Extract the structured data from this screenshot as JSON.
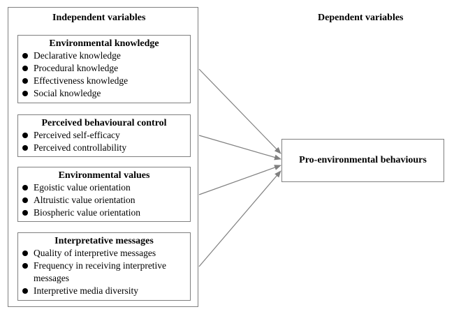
{
  "independent_heading": "Independent variables",
  "dependent_heading": "Dependent variables",
  "groups": [
    {
      "title": "Environmental knowledge",
      "items": [
        "Declarative knowledge",
        "Procedural knowledge",
        "Effectiveness knowledge",
        "Social knowledge"
      ]
    },
    {
      "title": "Perceived behavioural control",
      "items": [
        "Perceived self-efficacy",
        "Perceived controllability"
      ]
    },
    {
      "title": "Environmental values",
      "items": [
        "Egoistic value orientation",
        "Altruistic value orientation",
        "Biospheric value orientation"
      ]
    },
    {
      "title": "Interpretative messages",
      "items": [
        "Quality of interpretive messages",
        "Frequency in receiving interpretive\nmessages",
        "Interpretive media diversity"
      ]
    }
  ],
  "outcome": "Pro-environmental behaviours",
  "colors": {
    "line": "#7f7f7f",
    "arrow": "#808080"
  }
}
